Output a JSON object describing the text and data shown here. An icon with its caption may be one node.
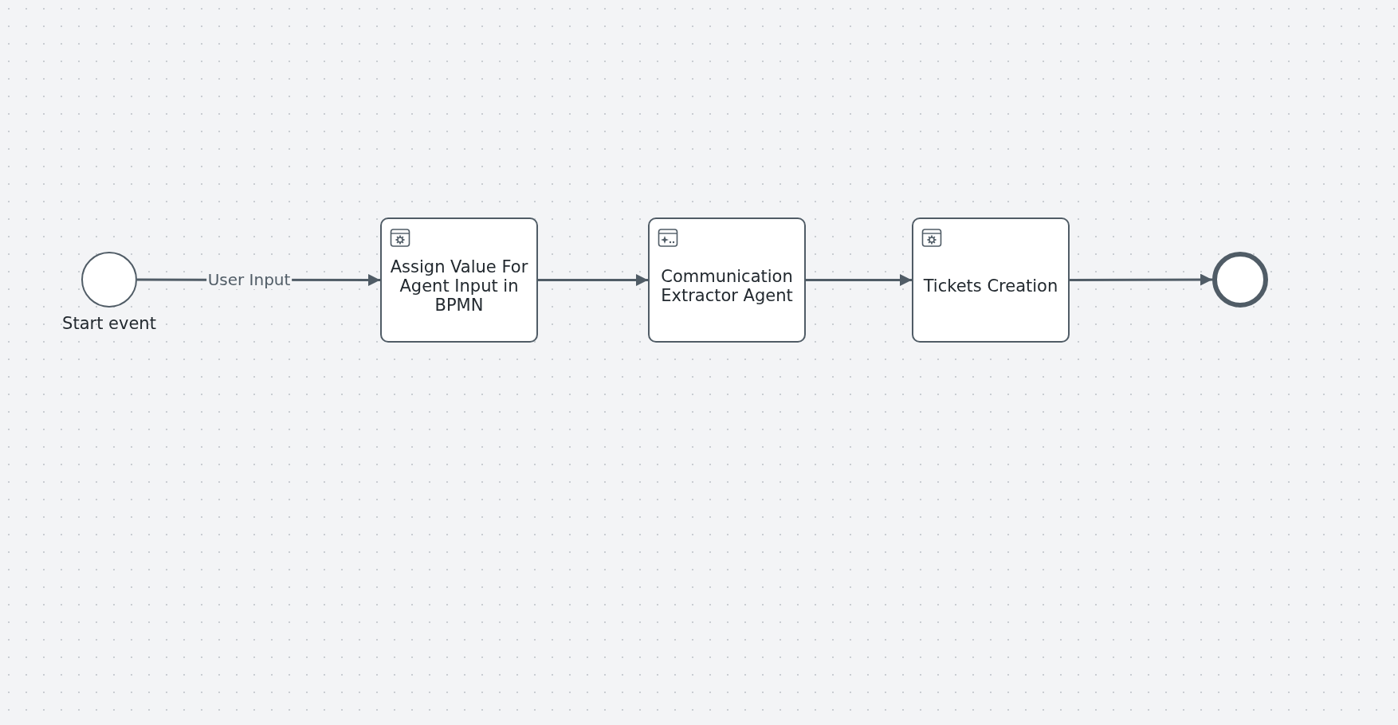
{
  "diagram": {
    "nodes": [
      {
        "text": [],
        "shape": "circle",
        "beside": [
          "Start event"
        ]
      },
      {
        "text": [
          "Assign Value For Agent Input in BPMN"
        ]
      },
      {
        "text": [
          "Communication Extractor Agent"
        ]
      },
      {
        "text": [
          "Tickets Creation"
        ]
      },
      {
        "text": [],
        "shape": "circle"
      }
    ],
    "edges": [
      {
        "from": 0,
        "to": 1,
        "arrow": "to",
        "label": "User Input"
      },
      {
        "from": 1,
        "to": 2,
        "arrow": "to"
      },
      {
        "from": 2,
        "to": 3,
        "arrow": "to"
      },
      {
        "from": 3,
        "to": 4,
        "arrow": "to"
      }
    ]
  }
}
